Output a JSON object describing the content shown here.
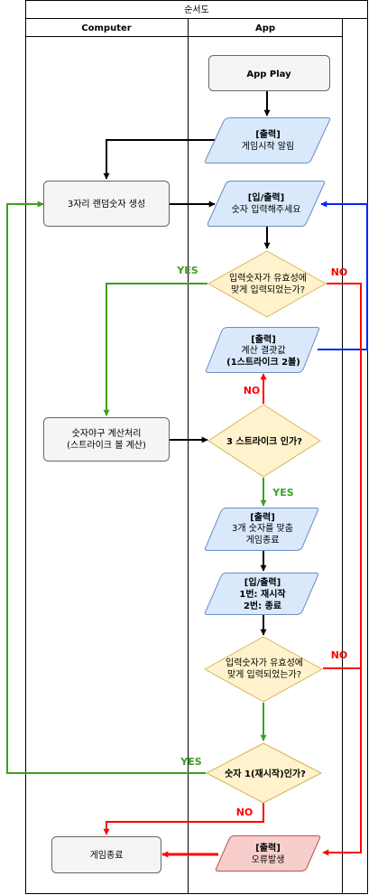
{
  "colors": {
    "black": "#000000",
    "green": "#3d9e1e",
    "red": "#ff0000",
    "blue": "#0026ff",
    "process_fill": "#f5f5f5",
    "process_stroke": "#666666",
    "io_fill": "#dae8fc",
    "io_stroke": "#6c8ebf",
    "decision_fill": "#fff2cc",
    "decision_stroke": "#d6b656",
    "error_fill": "#f8cecc",
    "error_stroke": "#b85450"
  },
  "pool": {
    "title": "순서도"
  },
  "lanes": [
    {
      "label": "Computer"
    },
    {
      "label": "App"
    }
  ],
  "nodes": {
    "app_play": {
      "lines": [
        "App Play"
      ]
    },
    "out_start": {
      "lines": [
        "[출력]",
        "게임시작 알림"
      ]
    },
    "gen_random": {
      "lines": [
        "3자리 랜덤숫자 생성"
      ]
    },
    "in_out_number": {
      "lines": [
        "[입/출력]",
        "숫자 입력해주세요"
      ]
    },
    "check_valid_1": {
      "lines": [
        "입력숫자가 유효성에",
        "맞게 입력되었는가?"
      ]
    },
    "out_result": {
      "lines": [
        "[출력]",
        "계산 결괏값",
        "(1스트라이크 2볼)"
      ]
    },
    "calc": {
      "lines": [
        "숫자야구 계산처리",
        "(스트라이크 볼 계산)"
      ]
    },
    "check_3strike": {
      "lines": [
        "3 스트라이크 인가?"
      ]
    },
    "out_end": {
      "lines": [
        "[출력]",
        "3개 숫자를 맞춤",
        "게임종료"
      ]
    },
    "in_out_restart": {
      "lines": [
        "[입/출력]",
        "1번: 재시작",
        "2번: 종료"
      ]
    },
    "check_valid_2": {
      "lines": [
        "입력숫자가 유효성에",
        "맞게 입력되었는가?"
      ]
    },
    "check_restart": {
      "lines": [
        "숫자 1(재시작)인가?"
      ]
    },
    "game_end": {
      "lines": [
        "게임종료"
      ]
    },
    "out_error": {
      "lines": [
        "[출력]",
        "오류발생"
      ]
    }
  },
  "edge_labels": {
    "valid1_yes": "YES",
    "valid1_no": "NO",
    "strike_no": "NO",
    "strike_yes": "YES",
    "valid2_no": "NO",
    "restart_yes": "YES",
    "restart_no": "NO"
  }
}
